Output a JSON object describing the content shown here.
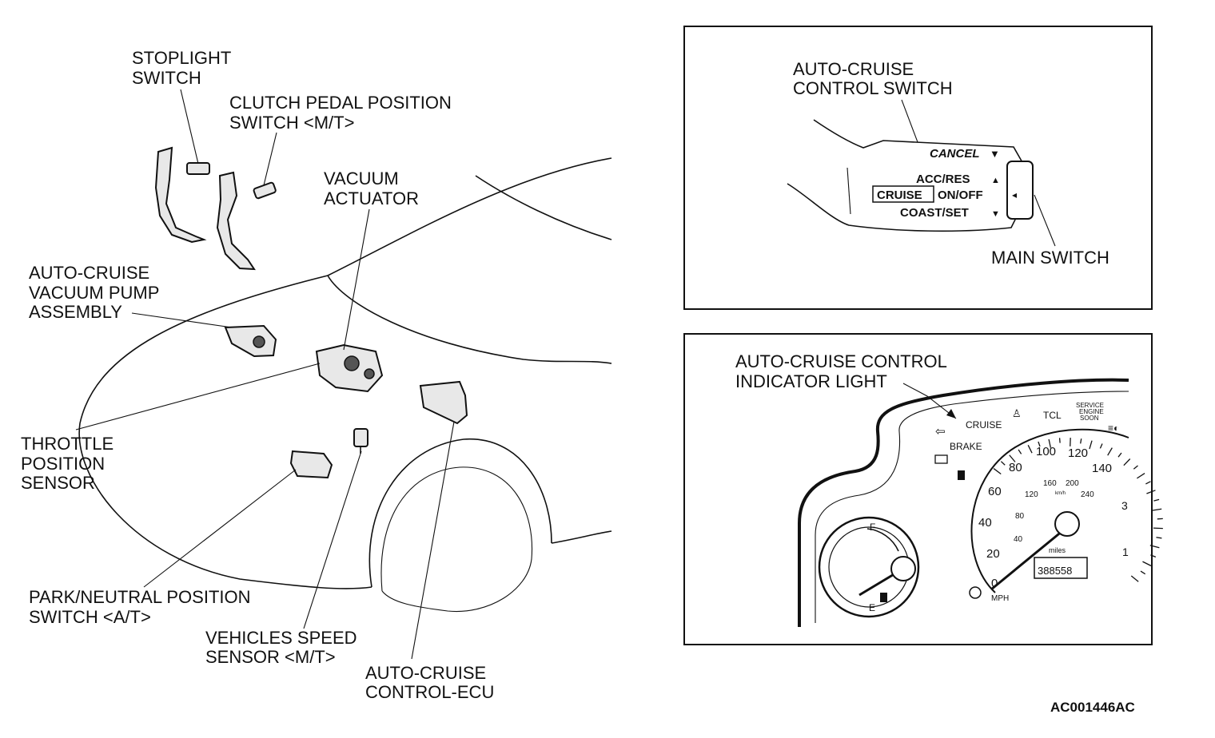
{
  "left_labels": {
    "stoplight_switch": [
      "STOPLIGHT",
      "SWITCH"
    ],
    "clutch_pedal_switch": [
      "CLUTCH PEDAL POSITION",
      "SWITCH <M/T>"
    ],
    "vacuum_actuator": [
      "VACUUM",
      "ACTUATOR"
    ],
    "vacuum_pump": [
      "AUTO-CRUISE",
      "VACUUM PUMP",
      "ASSEMBLY"
    ],
    "throttle_sensor": [
      "THROTTLE",
      "POSITION",
      "SENSOR"
    ],
    "park_neutral_switch": [
      "PARK/NEUTRAL POSITION",
      "SWITCH <A/T>"
    ],
    "vehicle_speed_sensor": [
      "VEHICLES SPEED",
      "SENSOR <M/T>"
    ],
    "cruise_ecu": [
      "AUTO-CRUISE",
      "CONTROL-ECU"
    ]
  },
  "switch_panel": {
    "title": [
      "AUTO-CRUISE",
      "CONTROL SWITCH"
    ],
    "cancel": "CANCEL",
    "acc_res": "ACC/RES",
    "cruise": "CRUISE",
    "on_off": "ON/OFF",
    "coast_set": "COAST/SET",
    "main_switch": "MAIN SWITCH"
  },
  "indicator_panel": {
    "title": [
      "AUTO-CRUISE CONTROL",
      "INDICATOR LIGHT"
    ],
    "cruise": "CRUISE",
    "brake": "BRAKE",
    "tcl": "TCL",
    "service_engine_soon": [
      "SERVICE",
      "ENGINE",
      "SOON"
    ],
    "mph_ticks": [
      "0",
      "20",
      "40",
      "60",
      "80",
      "100",
      "120",
      "140"
    ],
    "kmh_ticks": [
      "120",
      "160",
      "200",
      "240"
    ],
    "kmh_inner": [
      "80",
      "40"
    ],
    "km_h": "km/h",
    "miles": "miles",
    "mph": "MPH",
    "odometer": "388558",
    "fuel_f": "F",
    "fuel_e": "E"
  },
  "figure_code": "AC001446AC"
}
